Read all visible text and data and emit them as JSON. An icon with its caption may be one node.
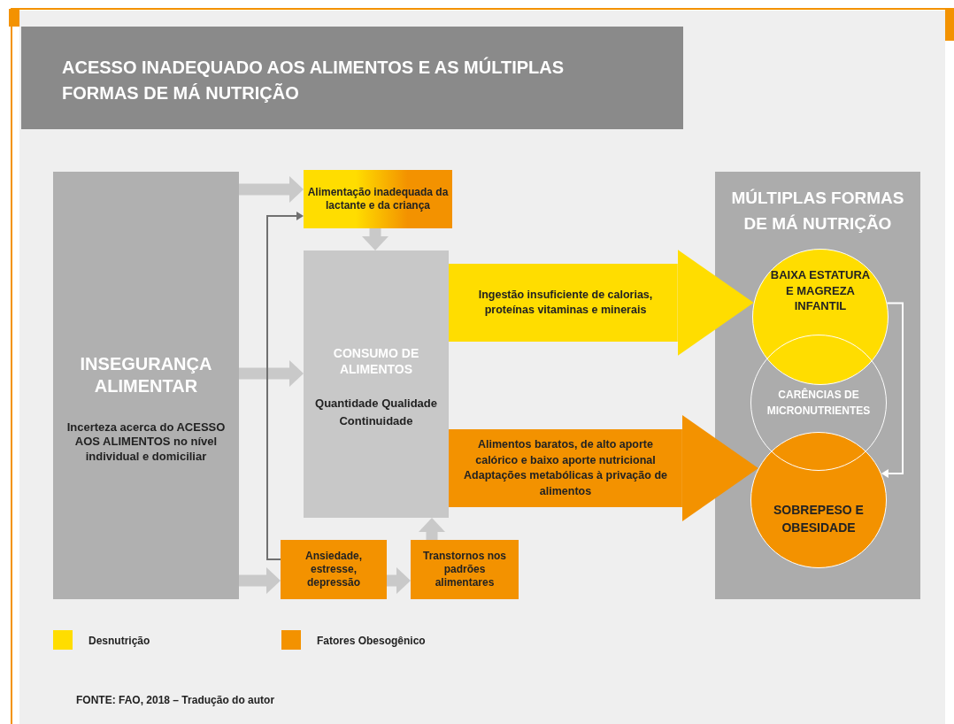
{
  "diagram": {
    "title": "ACESSO INADEQUADO AOS ALIMENTOS E AS MÚLTIPLAS FORMAS DE MÁ NUTRIÇÃO",
    "caption": "FONTE: FAO, 2018 – Tradução do autor",
    "nodes": [
      {
        "text": [
          "INSEGURANÇA ALIMENTAR",
          "Incerteza acerca do ACESSO AOS ALIMENTOS no nível individual e domiciliar"
        ]
      },
      {
        "text": [
          "Alimentação inadequada da lactante e da criança"
        ]
      },
      {
        "text": [
          "CONSUMO DE ALIMENTOS",
          "Quantidade Qualidade Continuidade"
        ]
      },
      {
        "text": [
          "Ansiedade, estresse, depressão"
        ]
      },
      {
        "text": [
          "Transtornos nos padrões alimentares"
        ]
      },
      {
        "text": [
          "MÚLTIPLAS FORMAS DE MÁ NUTRIÇÃO"
        ]
      },
      {
        "text": [
          "BAIXA ESTATURA E MAGREZA INFANTIL"
        ],
        "in": 5
      },
      {
        "text": [
          "CARÊNCIAS DE MICRONUTRIENTES"
        ],
        "in": 5
      },
      {
        "text": [
          "SOBREPESO E OBESIDADE"
        ],
        "in": 5
      }
    ],
    "edges": [
      {
        "from": 0,
        "to": 1,
        "arrow": "to"
      },
      {
        "from": 0,
        "to": 2,
        "arrow": "to"
      },
      {
        "from": 0,
        "to": 3,
        "arrow": "to"
      },
      {
        "from": 1,
        "to": 2,
        "arrow": "to"
      },
      {
        "from": 3,
        "to": 4,
        "arrow": "to"
      },
      {
        "from": 4,
        "to": 2,
        "arrow": "to"
      },
      {
        "from": 3,
        "to": 1,
        "arrow": "to",
        "color": "#707070"
      },
      {
        "from": 2,
        "to": 6,
        "arrow": "to",
        "label": "Ingestão insuficiente de calorias, proteínas vitaminas e minerais",
        "style": "thick",
        "color": "#ffdd00"
      },
      {
        "from": 2,
        "to": 8,
        "arrow": "to",
        "label": "Alimentos baratos, de alto aporte calórico e baixo aporte nutricional Adaptações metabólicas à privação de alimentos",
        "style": "thick",
        "color": "#f39200"
      },
      {
        "from": 6,
        "to": 8,
        "arrow": "to",
        "color": "#ffffff"
      }
    ],
    "legend": [
      {
        "text": "Desnutrição",
        "color": "#ffdd00"
      },
      {
        "text": "Fatores Obesogênico",
        "color": "#f39200"
      }
    ]
  }
}
